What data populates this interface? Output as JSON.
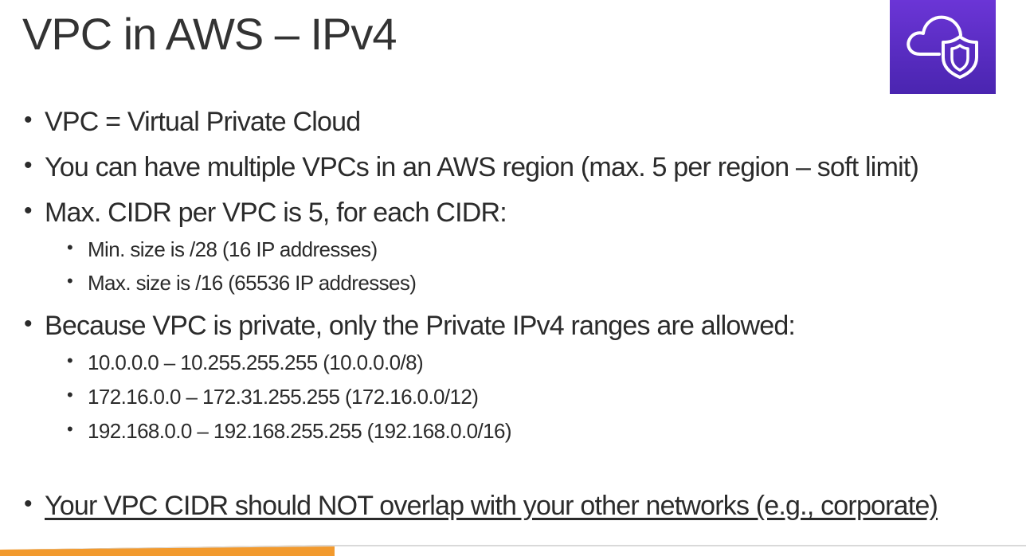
{
  "slide": {
    "title": "VPC in AWS – IPv4",
    "logo_icon": "cloud-shield-icon",
    "accent_color": "#5a2fc4",
    "footer_color": "#f29a2e",
    "bullets": [
      {
        "text": "VPC = Virtual Private Cloud"
      },
      {
        "text": "You can have multiple VPCs in an AWS region (max. 5 per region – soft limit)"
      },
      {
        "text": "Max. CIDR per VPC is 5, for each CIDR:"
      },
      {
        "text": "Min. size is /28 (16 IP addresses)"
      },
      {
        "text": "Max. size is /16 (65536 IP addresses)"
      },
      {
        "text": "Because VPC is private, only the Private IPv4 ranges are allowed:"
      },
      {
        "text": "10.0.0.0 – 10.255.255.255 (10.0.0.0/8)"
      },
      {
        "text": "172.16.0.0 – 172.31.255.255 (172.16.0.0/12)"
      },
      {
        "text": "192.168.0.0 – 192.168.255.255 (192.168.0.0/16)"
      },
      {
        "text": "Your VPC CIDR should NOT overlap with your other networks (e.g., corporate)"
      }
    ]
  }
}
